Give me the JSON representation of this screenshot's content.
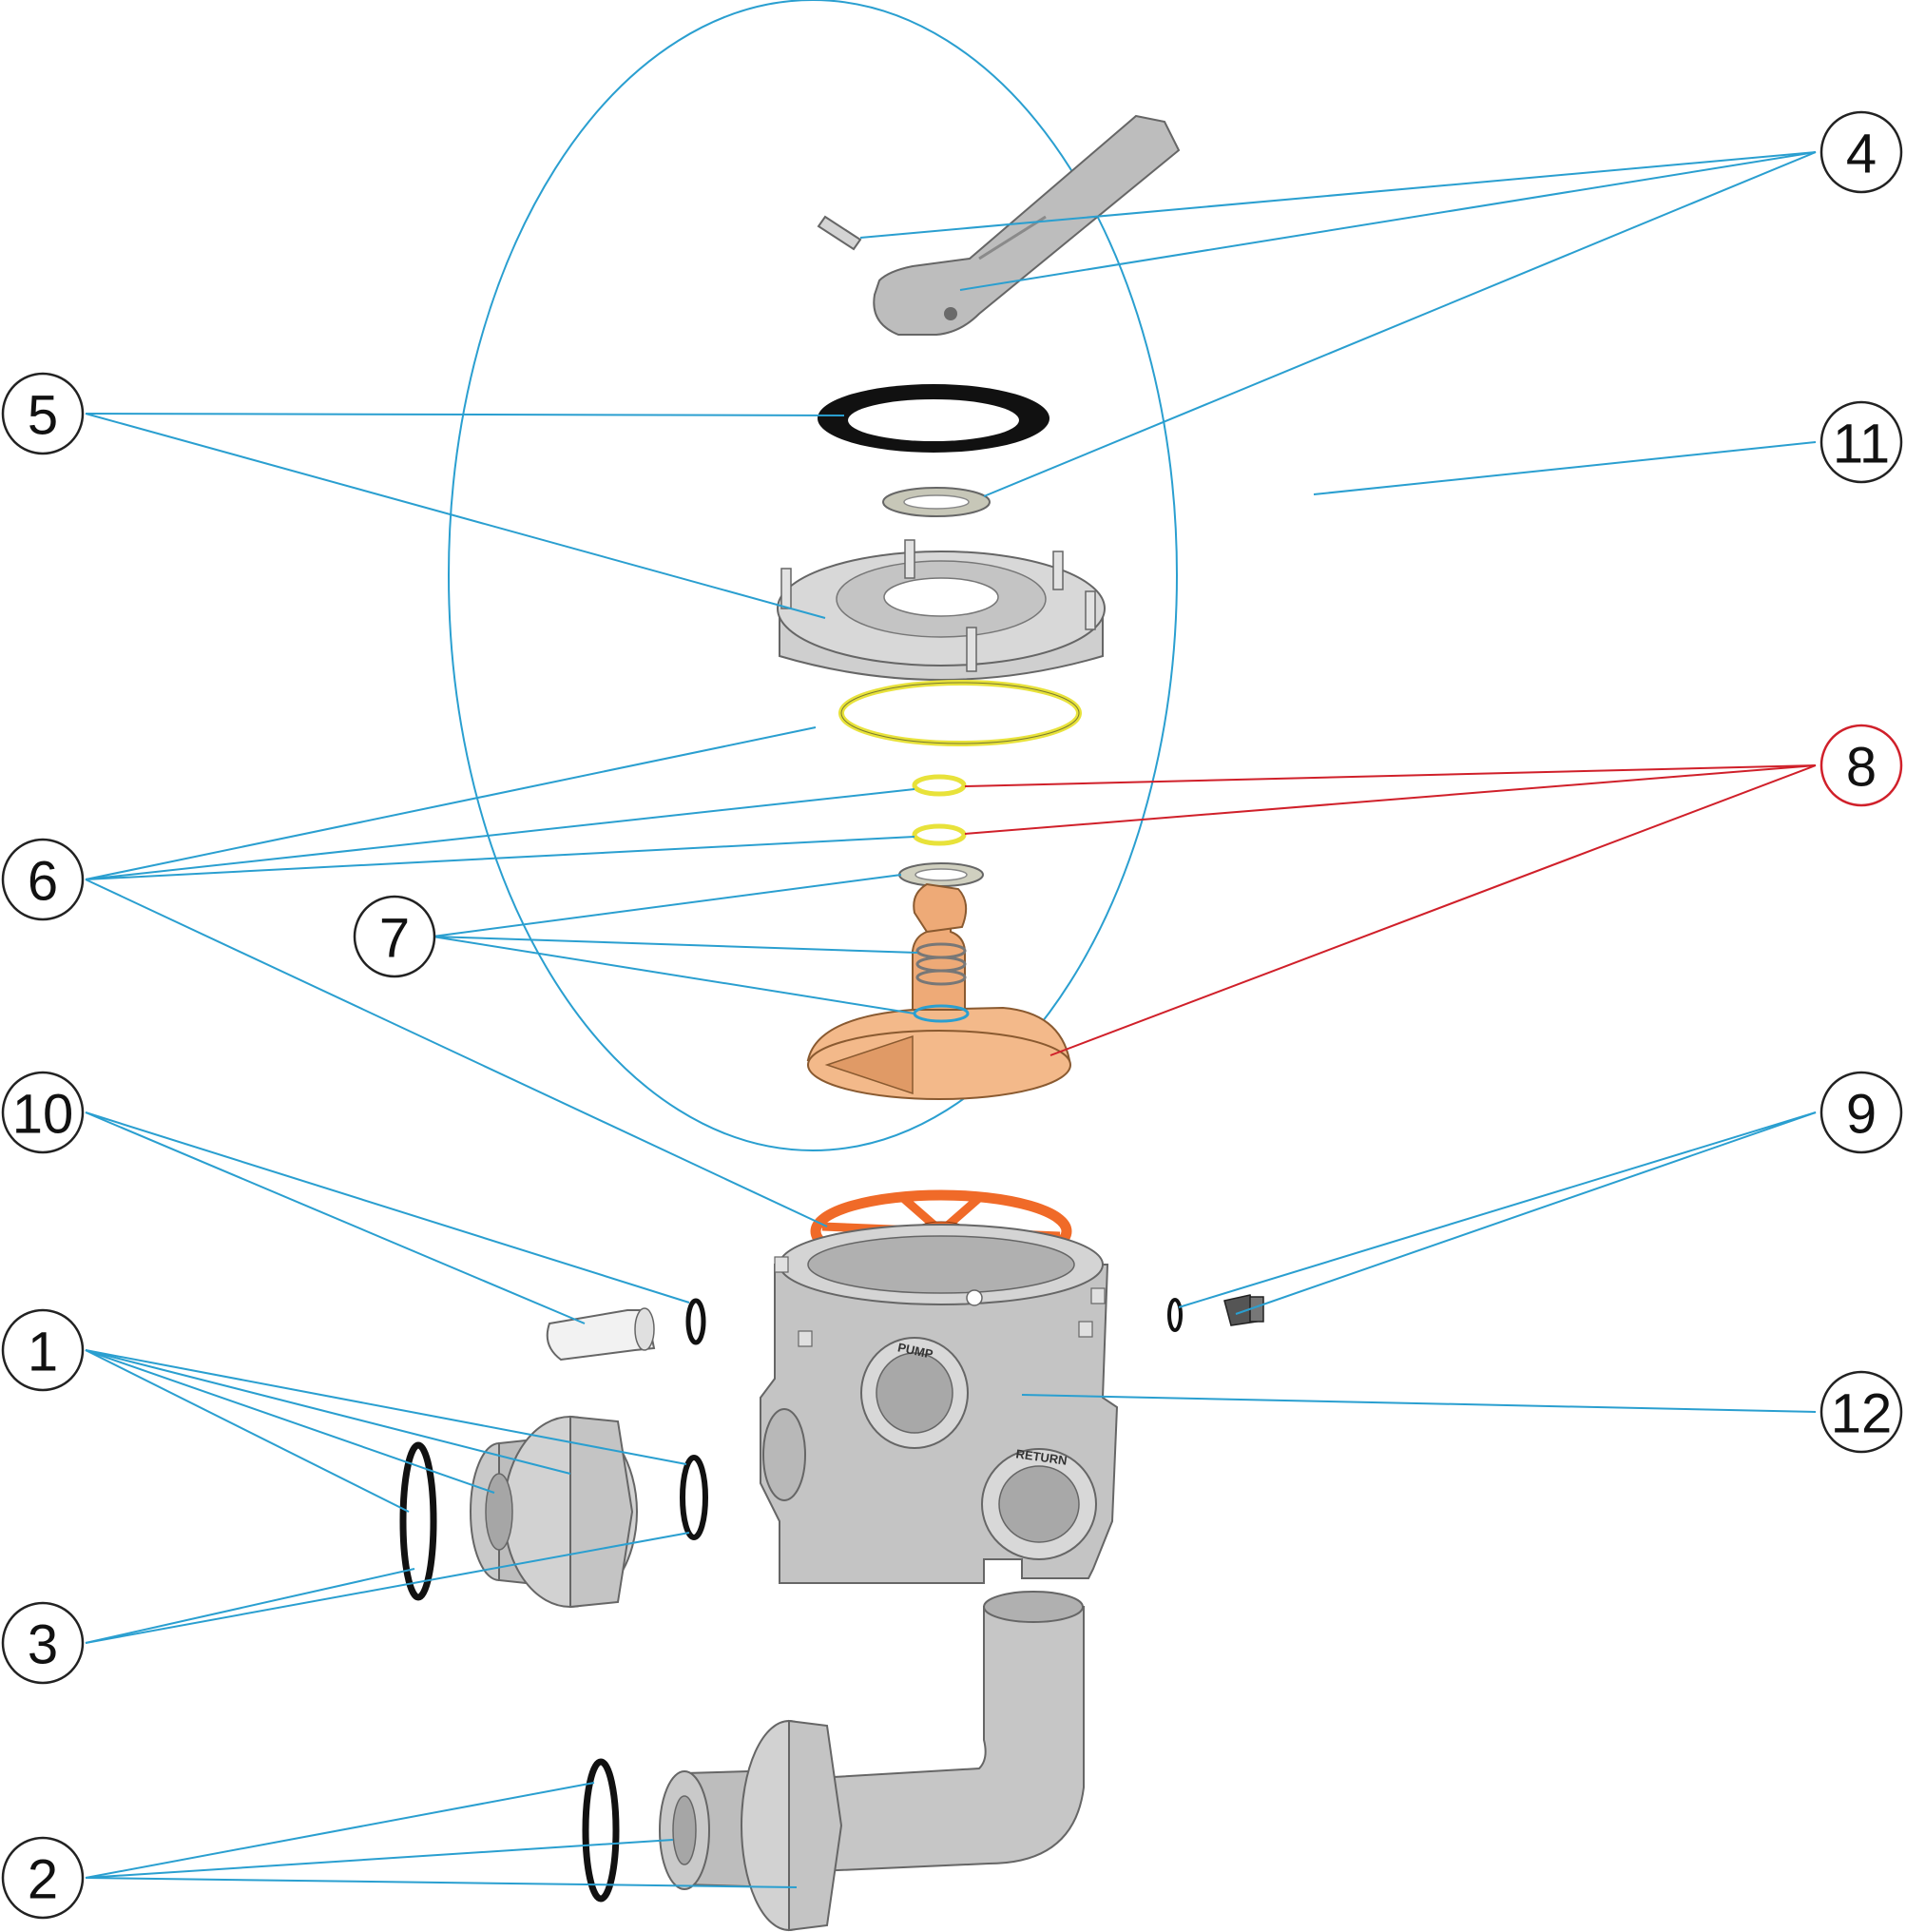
{
  "colors": {
    "leader_blue": "#2a9fd0",
    "leader_red": "#d0202a",
    "callout_red_circle": "#d0202a",
    "part_gray": "#bcbcbc",
    "part_dark": "#8a8a8a",
    "oring_yellow": "#e8e23a",
    "rotor_tan": "#f3b98a",
    "handwheel_orange": "#f06a28",
    "gasket_black": "#111111",
    "outline_ellipse": "#2a9fd0"
  },
  "callouts": [
    {
      "id": "c1",
      "label": "1",
      "color": "#222222"
    },
    {
      "id": "c2",
      "label": "2",
      "color": "#222222"
    },
    {
      "id": "c3",
      "label": "3",
      "color": "#222222"
    },
    {
      "id": "c4",
      "label": "4",
      "color": "#222222"
    },
    {
      "id": "c5",
      "label": "5",
      "color": "#222222"
    },
    {
      "id": "c6",
      "label": "6",
      "color": "#222222"
    },
    {
      "id": "c7",
      "label": "7",
      "color": "#222222"
    },
    {
      "id": "c8",
      "label": "8",
      "color": "#d0202a"
    },
    {
      "id": "c9",
      "label": "9",
      "color": "#222222"
    },
    {
      "id": "c10",
      "label": "10",
      "color": "#222222"
    },
    {
      "id": "c11",
      "label": "11",
      "color": "#222222"
    },
    {
      "id": "c12",
      "label": "12",
      "color": "#222222"
    }
  ],
  "port_labels": {
    "pump": "PUMP",
    "return": "RETURN"
  }
}
